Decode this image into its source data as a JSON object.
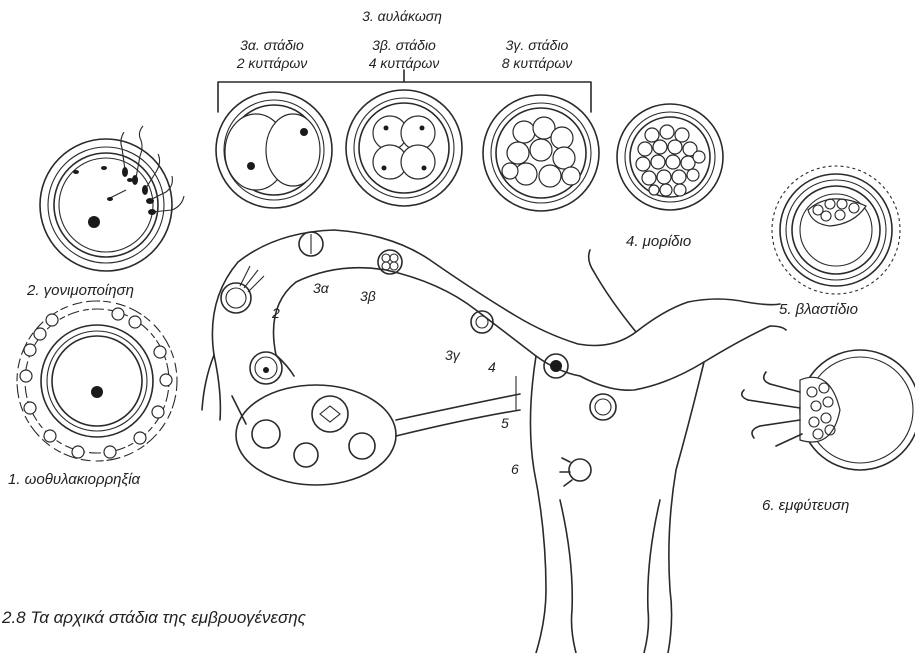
{
  "labels": {
    "cleavage_title": "3. αυλάκωση",
    "stage_3a_line1": "3α. στάδιο",
    "stage_3a_line2": "2 κυττάρων",
    "stage_3b_line1": "3β. στάδιο",
    "stage_3b_line2": "4 κυττάρων",
    "stage_3c_line1": "3γ. στάδιο",
    "stage_3c_line2": "8 κυττάρων",
    "morula": "4. μορίδιο",
    "fertilization": "2. γονιμοποίηση",
    "ovulation": "1. ωοθυλακιορρηξία",
    "blastocyst": "5. βλαστίδιο",
    "implantation": "6. εμφύτευση"
  },
  "path_markers": {
    "m2": "2",
    "m3a": "3α",
    "m3b": "3β",
    "m3c": "3γ",
    "m4": "4",
    "m5": "5",
    "m6": "6"
  },
  "caption": "2.8 Τα αρχικά στάδια της εμβρυογένεσης"
}
